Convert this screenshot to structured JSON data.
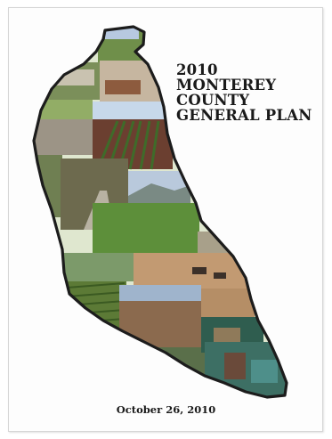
{
  "cover": {
    "title_lines": [
      "2010",
      "MONTEREY",
      "COUNTY",
      "GENERAL PLAN"
    ],
    "date": "October 26, 2010"
  },
  "colors": {
    "outline": "#1c1c1c",
    "title_text": "#1a1a1a",
    "page_border": "#d6d6d6"
  },
  "map": {
    "photo_tiles": [
      "coastal-grassland-photo",
      "hillside-homes-photo",
      "ranch-building-photo",
      "stone-shoreline-photo",
      "crop-rows-photo",
      "oak-road-photo",
      "distant-mountains-photo",
      "green-field-photo",
      "vineyard-photo",
      "dry-plain-photo",
      "farm-buildings-photo",
      "cattle-pasture-photo",
      "forest-cabin-photo",
      "pond-valley-photo"
    ]
  }
}
